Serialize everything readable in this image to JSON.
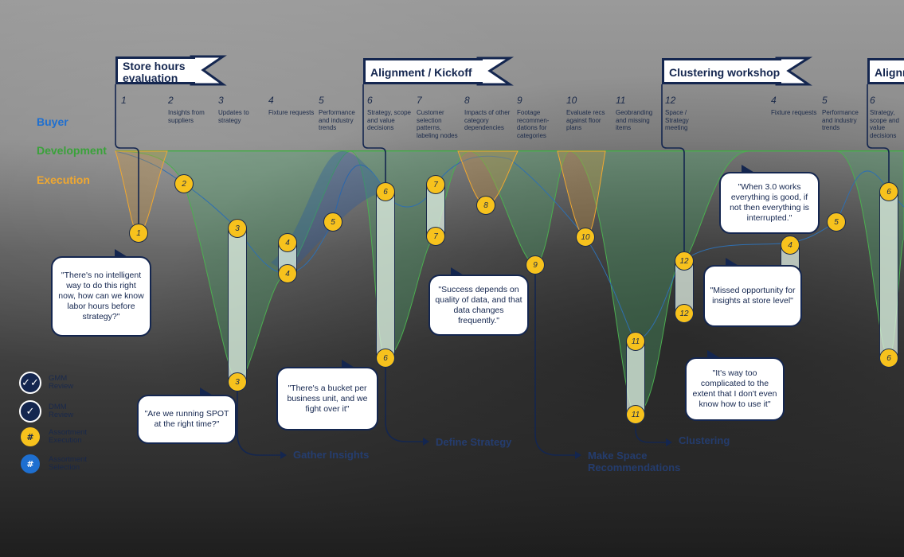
{
  "flags": [
    "Store hours evaluation",
    "Alignment / Kickoff",
    "Clustering workshop",
    "Alignm"
  ],
  "lanes": {
    "buyer": "Buyer",
    "development": "Development",
    "execution": "Execution"
  },
  "columns": [
    {
      "n": "1",
      "d": ""
    },
    {
      "n": "2",
      "d": "Insights from suppliers"
    },
    {
      "n": "3",
      "d": "Updates to strategy"
    },
    {
      "n": "4",
      "d": "Fixture requests"
    },
    {
      "n": "5",
      "d": "Performance and industry trends"
    },
    {
      "n": "6",
      "d": "Strategy, scope and value decisions"
    },
    {
      "n": "7",
      "d": "Customer selection patterns, labeling nodes"
    },
    {
      "n": "8",
      "d": "Impacts of other category dependencies"
    },
    {
      "n": "9",
      "d": "Footage recommen-dations for categories"
    },
    {
      "n": "10",
      "d": "Evaluate recs against floor plans"
    },
    {
      "n": "11",
      "d": "Geobranding and missing items"
    },
    {
      "n": "12",
      "d": "Space / Strategy meeting"
    },
    {
      "n": "4",
      "d": "Fixture requests"
    },
    {
      "n": "5",
      "d": "Performance and industry trends"
    },
    {
      "n": "6",
      "d": "Strategy, scope and value decisions"
    }
  ],
  "markers": [
    "1",
    "2",
    "3",
    "3",
    "4",
    "4",
    "5",
    "6",
    "6",
    "7",
    "7",
    "8",
    "9",
    "10",
    "11",
    "11",
    "12",
    "12",
    "4",
    "5",
    "6",
    "6"
  ],
  "quotes": [
    "\"There's no intelligent way to do this right now, how can we know labor hours before strategy?\"",
    "\"Are we running SPOT at the right time?\"",
    "\"There's a bucket per business unit, and we fight over it\"",
    "\"Success depends on quality of data, and that data changes frequently.\"",
    "\"When 3.0 works everything is good, if not then everything is interrupted.\"",
    "\"Missed opportunity for insights at store level\"",
    "\"It's way too complicated to the extent that I don't even know how to use it\""
  ],
  "phases": [
    "Gather Insights",
    "Define Strategy",
    "Make Space Recommendations",
    "Clustering"
  ],
  "legend": [
    {
      "label": "GMM Review",
      "icon": "double-check-icon"
    },
    {
      "label": "DMM Review",
      "icon": "check-icon"
    },
    {
      "label": "Assortment Execution",
      "icon": "#"
    },
    {
      "label": "Assortment Selection",
      "icon": "#"
    }
  ],
  "colors": {
    "navy": "#14264f",
    "yellow": "#f7c21d",
    "blue": "#1e6fd0",
    "green": "#3aa23a",
    "orange": "#f0a830"
  }
}
